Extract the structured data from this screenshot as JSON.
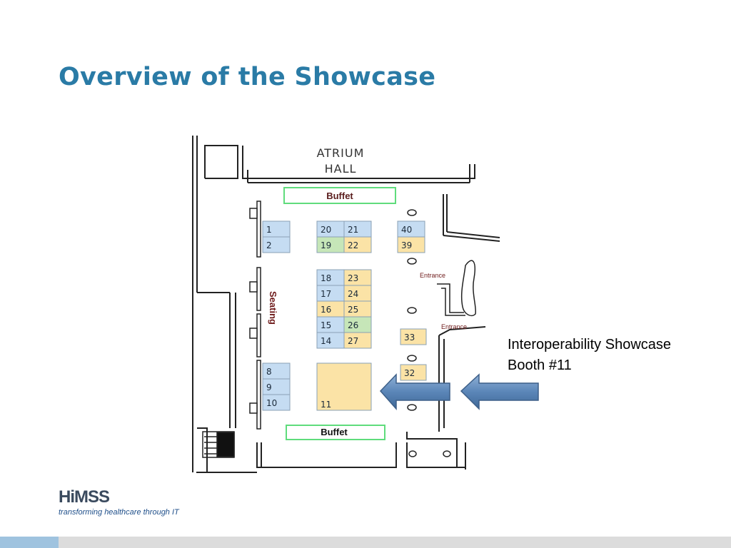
{
  "slide": {
    "title": "Overview of the Showcase",
    "callout": {
      "line1": "Interoperability Showcase",
      "line2": "Booth #11"
    }
  },
  "floorplan": {
    "hall_line1": "ATRIUM",
    "hall_line2": "HALL",
    "buffet_top": "Buffet",
    "buffet_bottom": "Buffet",
    "seating": "Seating",
    "entrance_upper": "Entrance",
    "entrance_lower": "Entrance",
    "booths": [
      {
        "id": "1",
        "color": "blue"
      },
      {
        "id": "2",
        "color": "blue"
      },
      {
        "id": "20",
        "color": "blue"
      },
      {
        "id": "21",
        "color": "blue"
      },
      {
        "id": "19",
        "color": "green"
      },
      {
        "id": "22",
        "color": "yellow"
      },
      {
        "id": "40",
        "color": "blue"
      },
      {
        "id": "39",
        "color": "yellow"
      },
      {
        "id": "18",
        "color": "blue"
      },
      {
        "id": "23",
        "color": "yellow"
      },
      {
        "id": "17",
        "color": "blue"
      },
      {
        "id": "24",
        "color": "yellow"
      },
      {
        "id": "16",
        "color": "yellow"
      },
      {
        "id": "25",
        "color": "yellow"
      },
      {
        "id": "15",
        "color": "blue"
      },
      {
        "id": "26",
        "color": "green"
      },
      {
        "id": "14",
        "color": "blue"
      },
      {
        "id": "27",
        "color": "yellow"
      },
      {
        "id": "33",
        "color": "yellow"
      },
      {
        "id": "32",
        "color": "yellow"
      },
      {
        "id": "8",
        "color": "blue"
      },
      {
        "id": "9",
        "color": "blue"
      },
      {
        "id": "10",
        "color": "blue"
      },
      {
        "id": "11",
        "color": "yellow"
      }
    ],
    "colors": {
      "blue": "#c5dcf2",
      "yellow": "#fbe3a6",
      "green": "#c6e6b8",
      "arrow": "#5b86b8",
      "buffet_border": "#5fdc7c"
    }
  },
  "brand": {
    "name": "HiMSS",
    "tagline": "transforming healthcare through IT"
  },
  "footer": {
    "bar_color": "#dcdcdc",
    "accent_color": "#9fc3df"
  }
}
